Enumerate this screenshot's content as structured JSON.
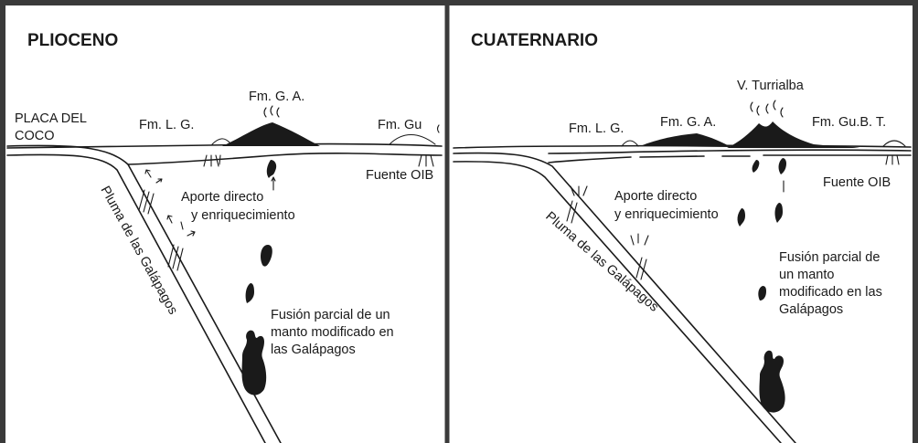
{
  "panels": [
    {
      "title": "PLIOCENO",
      "plate_label_line1": "PLACA DEL",
      "plate_label_line2": "COCO",
      "fm_lg": "Fm. L. G.",
      "fm_ga": "Fm. G. A.",
      "fm_gu": "Fm. Gu",
      "fuente": "Fuente  OIB",
      "aporte_line1": "Aporte directo",
      "aporte_line2": "y enriquecimiento",
      "pluma": "Pluma de las Galápagos",
      "fusion_line1": "Fusión parcial de un",
      "fusion_line2": "manto modificado en",
      "fusion_line3": "las Galápagos"
    },
    {
      "title": "CUATERNARIO",
      "volcano": "V. Turrialba",
      "fm_lg": "Fm.  L. G.",
      "fm_ga": "Fm. G. A.",
      "fm_gu_bt": "Fm. Gu.B. T.",
      "fuente": "Fuente OIB",
      "aporte_line1": "Aporte directo",
      "aporte_line2": "y enriquecimiento",
      "pluma": "Pluma de las Galápagos",
      "fusion_line1": "Fusión parcial de",
      "fusion_line2": "un manto",
      "fusion_line3": "modificado en las",
      "fusion_line4": "Galápagos"
    }
  ]
}
